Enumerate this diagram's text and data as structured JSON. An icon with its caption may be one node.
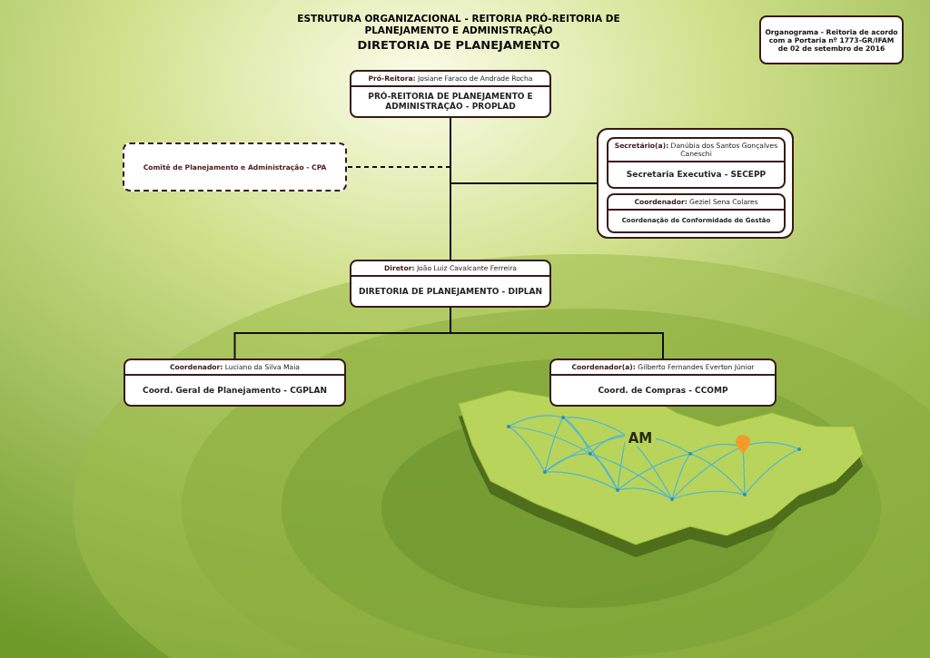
{
  "diagram": {
    "title": "ESTRUTURA ORGANIZACIONAL - REITORIA PRÓ-REITORIA DE PLANEJAMENTO E ADMINISTRAÇÃO",
    "nodes": [
      {
        "text": [
          "**Pró-Reitora:** Josiane Faraco de Andrade Rocha",
          "PRÓ-REITORIA DE PLANEJAMENTO E ADMINISTRAÇÃO - PROPLAD"
        ]
      },
      {
        "text": [
          "Comitê de Planejamento e Administração - CPA"
        ]
      },
      {
        "text": [],
        "shape": "box"
      },
      {
        "text": [
          "**Secretário(a):** Danúbia dos Santos Gonçalves Caneschi",
          "Secretaria Executiva - SECEPP"
        ],
        "in": 2
      },
      {
        "text": [
          "**Coordenador:** Geziel Sena Colares",
          "Coordenação de Conformidade de Gestão"
        ],
        "in": 2
      },
      {
        "text": [
          "**Diretor:** João Luiz Cavalcante Ferreira",
          "DIRETORIA DE PLANEJAMENTO - DIPLAN"
        ]
      },
      {
        "text": [
          "**Coordenador:** Luciano da Silva Maia",
          "Coord. Geral de Planejamento - CGPLAN"
        ]
      },
      {
        "text": [
          "**Coordenador(a):** Gilberto Fernandes Everton Júnior",
          "Coord. de Compras - CCOMP"
        ]
      },
      {
        "text": [
          "Organograma - Reitoria de acordo com a Portaria nº 1773-GR/IFAM de  02 de setembro de 2016"
        ]
      }
    ],
    "edges": [
      {
        "from": 0,
        "to": 5,
        "arrow": "none"
      },
      {
        "from": 0,
        "to": 1,
        "arrow": "none",
        "style": "dashed"
      },
      {
        "from": 0,
        "to": 2,
        "arrow": "none"
      },
      {
        "from": 5,
        "to": 6,
        "arrow": "none"
      },
      {
        "from": 5,
        "to": 7,
        "arrow": "none"
      }
    ],
    "labels": [
      "DIRETORIA DE PLANEJAMENTO",
      "AM"
    ]
  }
}
